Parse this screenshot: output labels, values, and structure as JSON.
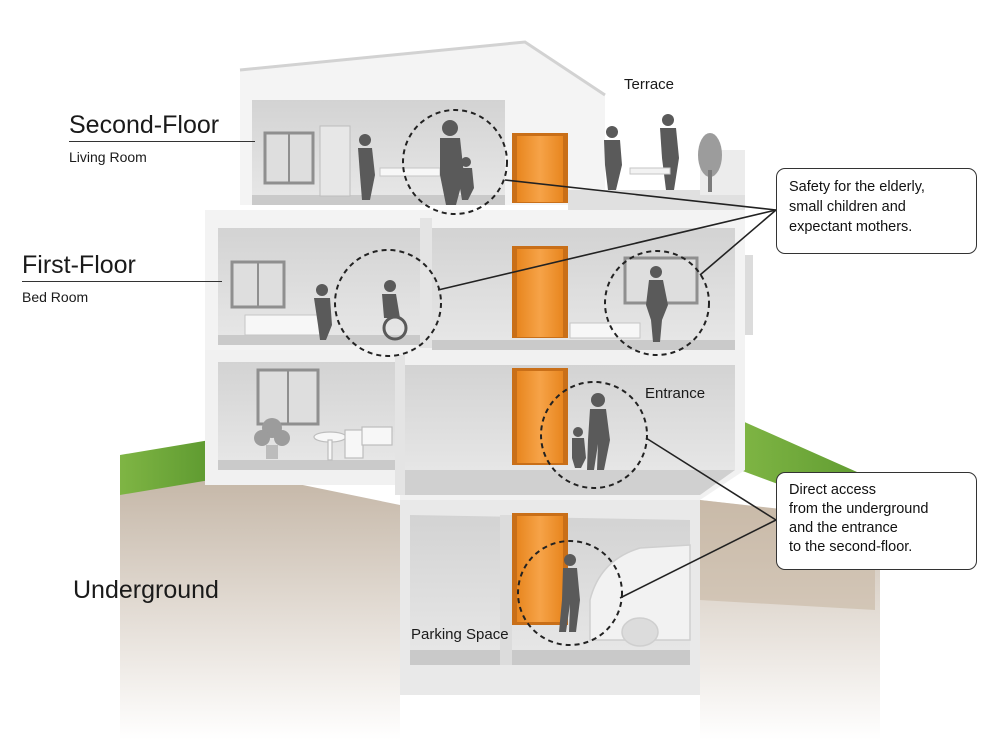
{
  "floors": {
    "second": {
      "title": "Second-Floor",
      "room": "Living Room"
    },
    "first": {
      "title": "First-Floor",
      "room": "Bed Room"
    },
    "underground": {
      "title": "Underground"
    }
  },
  "labels": {
    "terrace": "Terrace",
    "entrance": "Entrance",
    "parking": "Parking Space"
  },
  "callouts": {
    "safety": {
      "lines": [
        "Safety for the elderly,",
        "small children and",
        "expectant mothers."
      ]
    },
    "access": {
      "lines": [
        "Direct access",
        "from the underground",
        "and the entrance",
        "to the second-floor."
      ]
    }
  },
  "colors": {
    "door": "#f0962e",
    "door_frame": "#d9791a",
    "wall_light": "#eeeeee",
    "wall_mid": "#d6d6d6",
    "wall_dark": "#bdbdbd",
    "grass": "#6fa83a",
    "soil": "#c9b9a6",
    "figure": "#555555"
  }
}
